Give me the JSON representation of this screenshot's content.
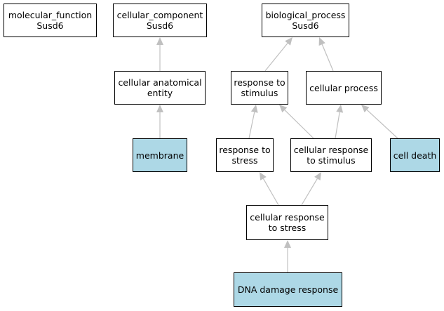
{
  "nodes": [
    {
      "id": "mf",
      "label": "molecular_function\nSusd6",
      "highlight": false
    },
    {
      "id": "cc",
      "label": "cellular_component\nSusd6",
      "highlight": false
    },
    {
      "id": "bp",
      "label": "biological_process\nSusd6",
      "highlight": false
    },
    {
      "id": "cae",
      "label": "cellular anatomical\nentity",
      "highlight": false
    },
    {
      "id": "rts",
      "label": "response to\nstimulus",
      "highlight": false
    },
    {
      "id": "cp",
      "label": "cellular process",
      "highlight": false
    },
    {
      "id": "mem",
      "label": "membrane",
      "highlight": true
    },
    {
      "id": "rtstr",
      "label": "response to\nstress",
      "highlight": false
    },
    {
      "id": "crts",
      "label": "cellular response\nto stimulus",
      "highlight": false
    },
    {
      "id": "cd",
      "label": "cell death",
      "highlight": true
    },
    {
      "id": "crtst",
      "label": "cellular response\nto stress",
      "highlight": false
    },
    {
      "id": "ddr",
      "label": "DNA damage response",
      "highlight": true
    }
  ],
  "edges": [
    {
      "from": "cae",
      "to": "cc"
    },
    {
      "from": "mem",
      "to": "cae"
    },
    {
      "from": "rts",
      "to": "bp"
    },
    {
      "from": "cp",
      "to": "bp"
    },
    {
      "from": "rtstr",
      "to": "rts"
    },
    {
      "from": "crts",
      "to": "rts"
    },
    {
      "from": "crts",
      "to": "cp"
    },
    {
      "from": "cd",
      "to": "cp"
    },
    {
      "from": "crtst",
      "to": "rtstr"
    },
    {
      "from": "crtst",
      "to": "crts"
    },
    {
      "from": "ddr",
      "to": "crtst"
    }
  ]
}
